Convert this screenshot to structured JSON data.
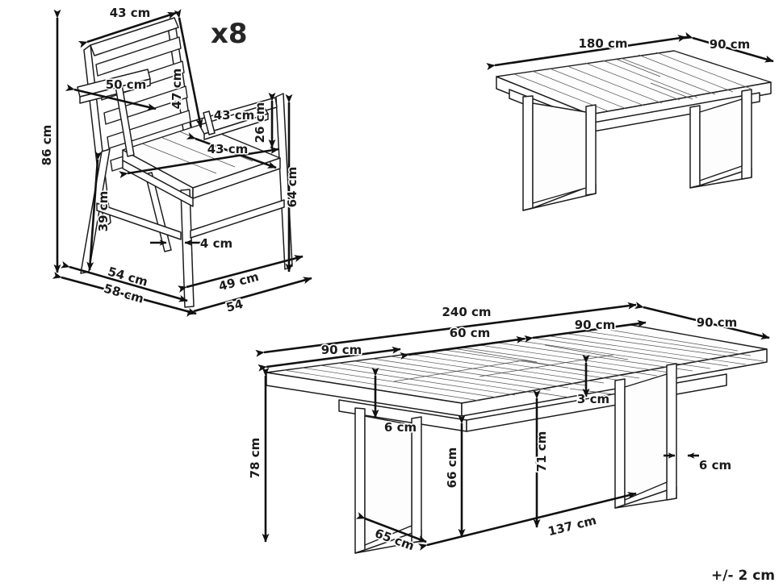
{
  "page": {
    "title": "Garden dining set dimension drawing",
    "background_color": "#ffffff",
    "line_color": "#111111",
    "text_color": "#1b1b1b"
  },
  "chair": {
    "name": "armchair",
    "quantity_label": "x8",
    "dimensions": {
      "backrest_width": "43 cm",
      "backrest_height": "47 cm",
      "armrest_depth": "50 cm",
      "total_height": "86 cm",
      "seat_depth": "43 cm",
      "seat_width": "43 cm",
      "seat_back_height": "26 cm",
      "seat_height_front": "39 cm",
      "frame_thickness": "4 cm",
      "overall_side_height": "64 cm",
      "base_depth_inner": "54 cm",
      "base_depth_outer": "58 cm",
      "base_width_inner": "49 cm",
      "base_width_outer": "54"
    }
  },
  "table_small": {
    "name": "dining-table-closed",
    "dimensions": {
      "length": "180 cm",
      "width": "90 cm"
    }
  },
  "table_large": {
    "name": "dining-table-extended",
    "dimensions": {
      "total_length": "240 cm",
      "section_left": "90 cm",
      "section_middle": "60 cm",
      "section_right": "90 cm",
      "width": "90 cm",
      "total_height": "78 cm",
      "apron_drop": "6 cm",
      "top_thickness": "3 cm",
      "clearance_under_apron": "66 cm",
      "clearance_under_top": "71 cm",
      "leg_depth": "65 cm",
      "leg_span": "137 cm",
      "leg_thickness": "6 cm"
    }
  },
  "footer": {
    "tolerance": "+/- 2 cm"
  }
}
